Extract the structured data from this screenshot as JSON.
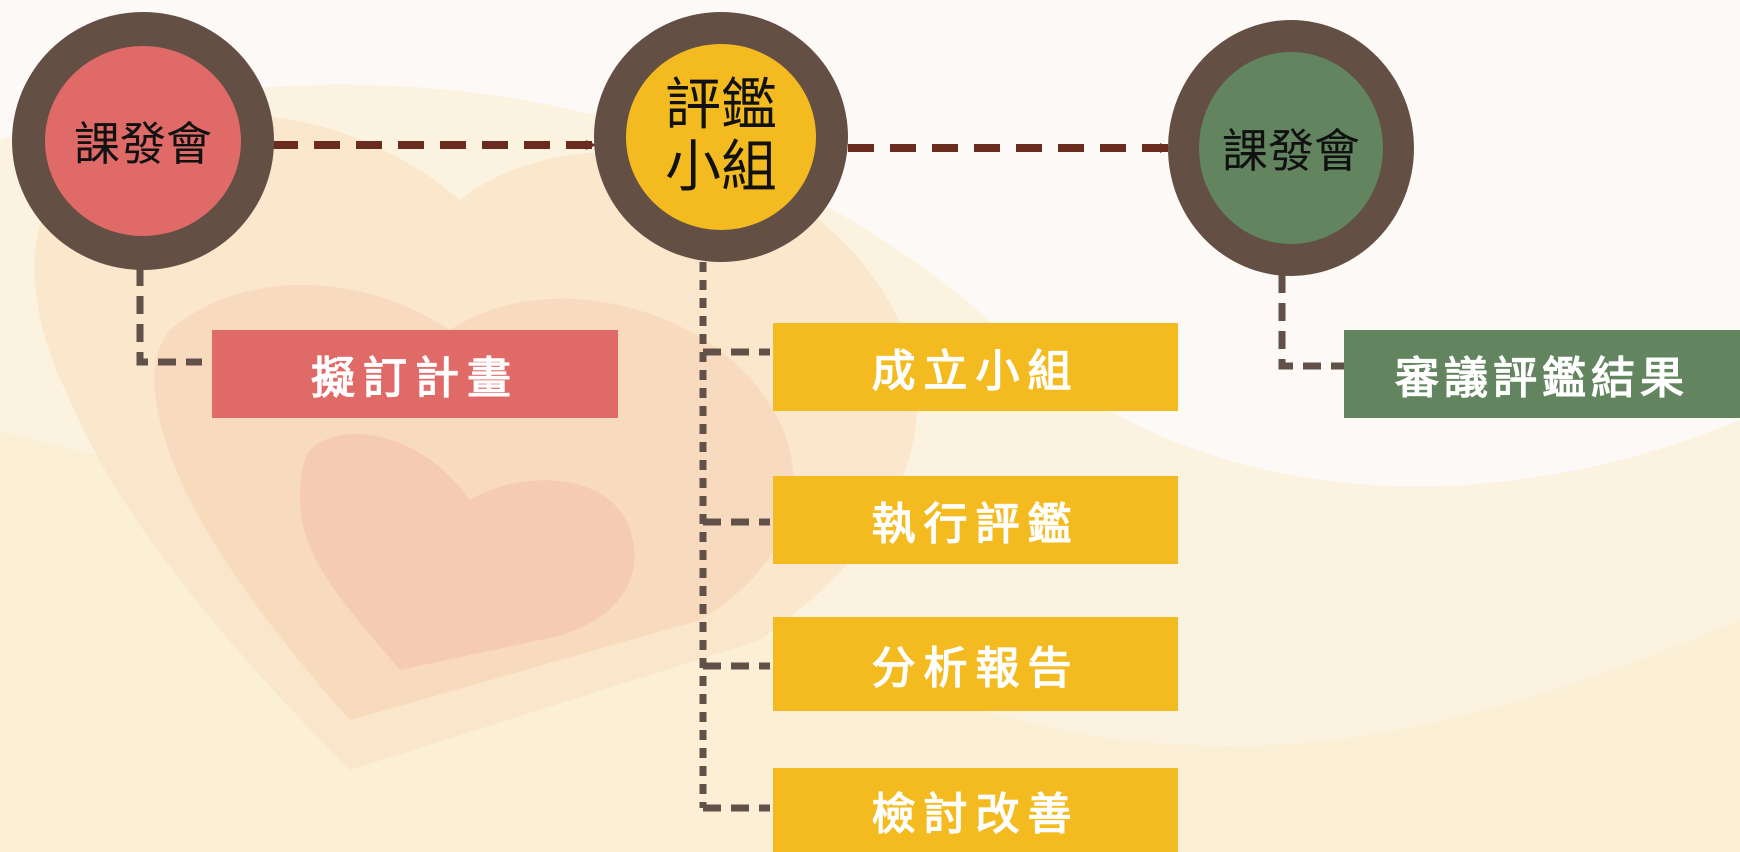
{
  "colors": {
    "red": "#e06a68",
    "yellow": "#f3bb1f",
    "green": "#62845f",
    "ring": "#644f45",
    "arrow": "#6b2c20",
    "connector": "#625148"
  },
  "nodes": {
    "node1": {
      "label": "課發會"
    },
    "node2": {
      "line1": "評鑑",
      "line2": "小組"
    },
    "node3": {
      "label": "課發會"
    }
  },
  "tasks": {
    "draft_plan": "擬訂計畫",
    "form_group": "成立小組",
    "execute": "執行評鑑",
    "analyze": "分析報告",
    "review": "檢討改善",
    "deliberate": "審議評鑑結果"
  }
}
